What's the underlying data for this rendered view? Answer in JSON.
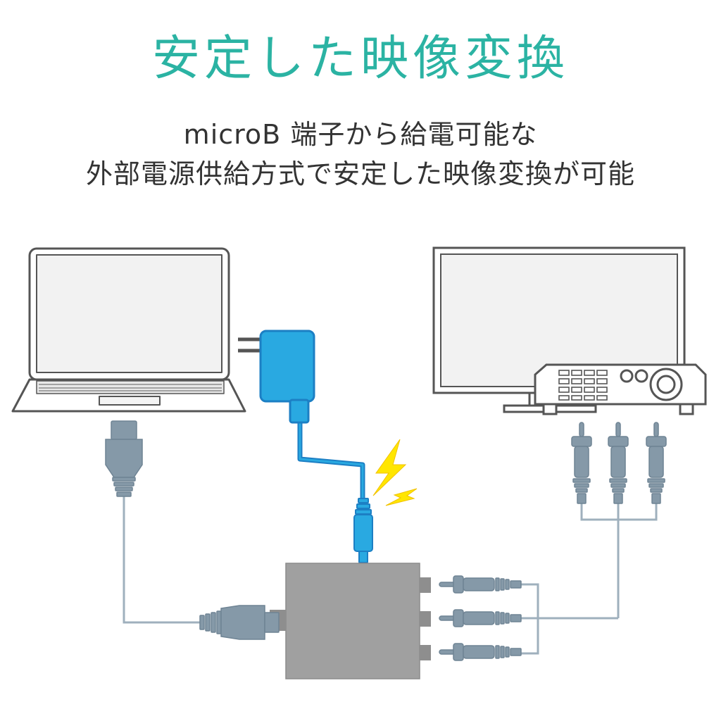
{
  "heading": {
    "title": "安定した映像変換",
    "subtitle_line1": "microB 端子から給電可能な",
    "subtitle_line2": "外部電源供給方式で安定した映像変換が可能"
  },
  "colors": {
    "title": "#2bb3a3",
    "outline": "#555555",
    "cable_gray": "#8fa3b2",
    "connector_gray": "#8599a8",
    "adapter_blue": "#29a9e1",
    "adapter_blue_dark": "#1c7fc4",
    "lightning": "#ffe600",
    "converter_body": "#a0a0a0"
  },
  "icons": {
    "laptop": "laptop-icon",
    "tv": "tv-icon",
    "projector": "projector-icon",
    "ac_adapter": "ac-adapter-icon",
    "lightning": "lightning-icon",
    "converter": "converter-box-icon"
  }
}
